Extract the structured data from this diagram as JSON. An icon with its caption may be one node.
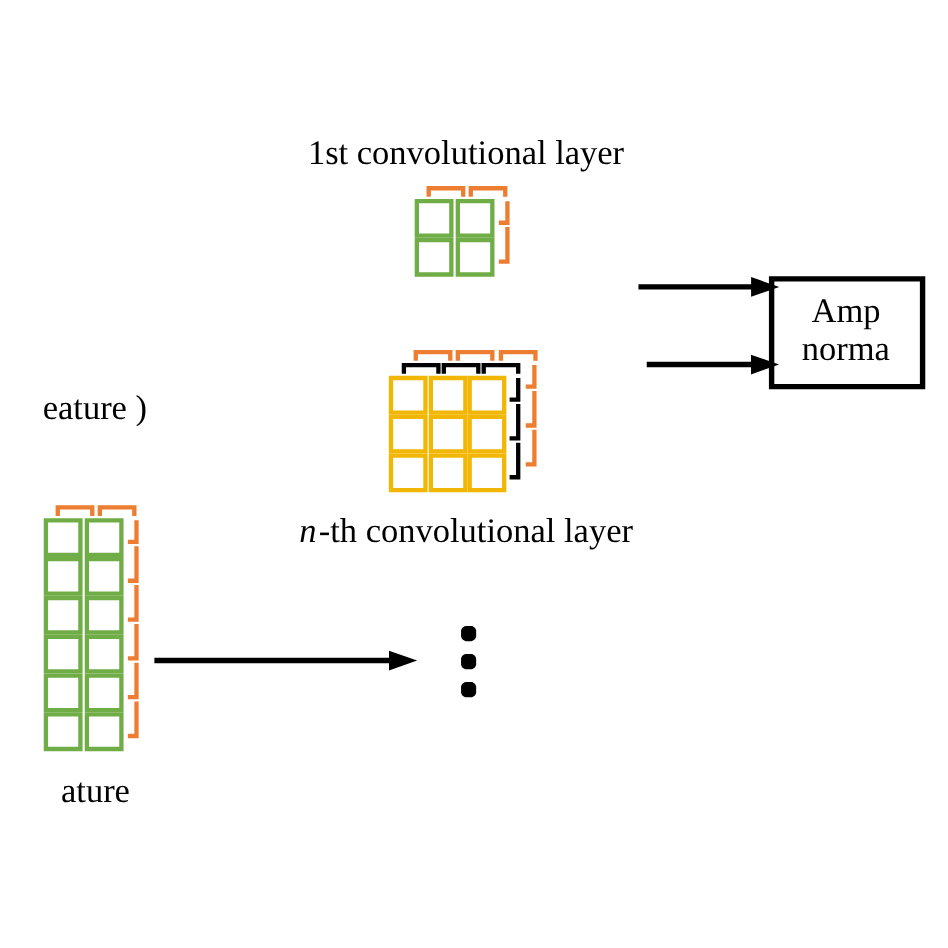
{
  "diagram": {
    "nodes": [
      {
        "text": [],
        "shape": "picture",
        "beside": [
          "ature"
        ]
      },
      {
        "text": [
          "1st convolutional layer"
        ]
      },
      {
        "text": [],
        "shape": "dots"
      },
      {
        "text": [
          "*n*-th convolutional layer"
        ]
      },
      {
        "text": [
          "Amp norma"
        ]
      }
    ],
    "edges": [
      {
        "from": 0,
        "to": 2,
        "arrow": "to"
      },
      {
        "from": 1,
        "to": 4,
        "arrow": "to"
      },
      {
        "from": 3,
        "to": 4,
        "arrow": "to"
      }
    ],
    "labels": [
      "eature )"
    ]
  }
}
